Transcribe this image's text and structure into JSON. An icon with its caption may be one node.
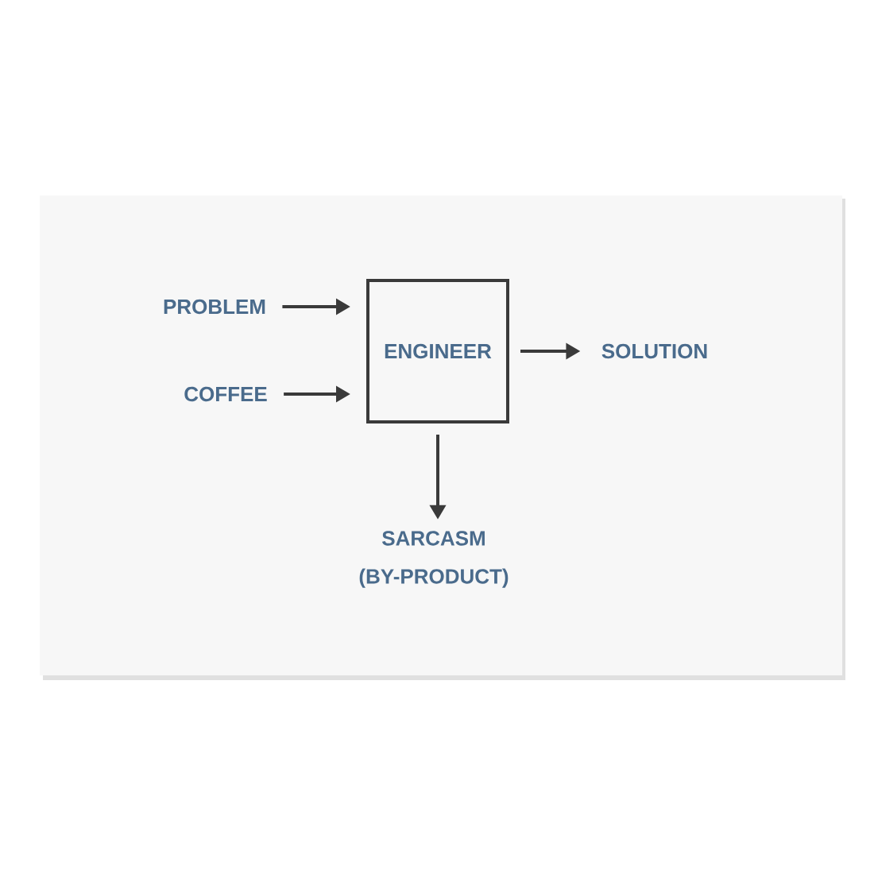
{
  "diagram": {
    "nodes": [
      {
        "text": [
          "PROBLEM"
        ]
      },
      {
        "text": [
          "COFFEE"
        ]
      },
      {
        "text": [
          "ENGINEER"
        ]
      },
      {
        "text": [
          "SOLUTION"
        ]
      },
      {
        "text": [
          "SARCASM (BY-PRODUCT)"
        ]
      }
    ],
    "edges": [
      {
        "from": 0,
        "to": 2,
        "arrow": "to"
      },
      {
        "from": 1,
        "to": 2,
        "arrow": "to"
      },
      {
        "from": 2,
        "to": 3,
        "arrow": "to"
      },
      {
        "from": 2,
        "to": 4,
        "arrow": "to"
      }
    ]
  }
}
